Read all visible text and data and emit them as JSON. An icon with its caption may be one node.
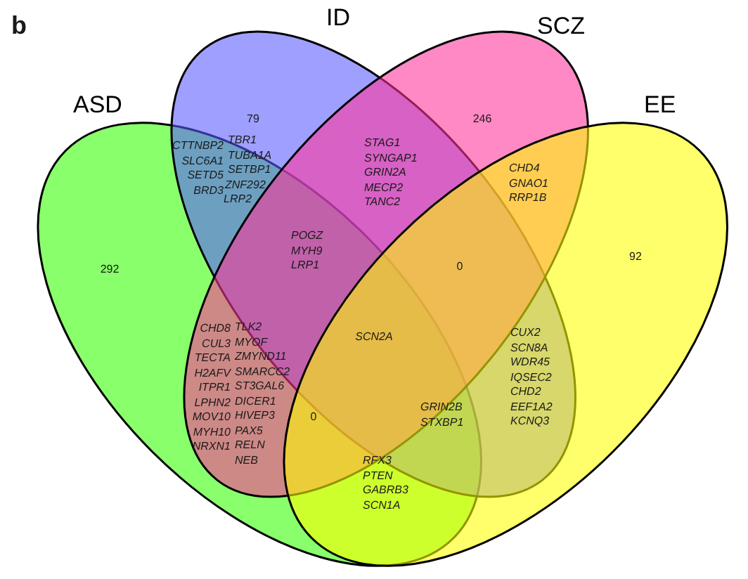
{
  "diagram": {
    "nodes": [
      {
        "text": [
          "ASD"
        ]
      },
      {
        "text": [
          "ID"
        ]
      },
      {
        "text": [
          "SCZ"
        ]
      },
      {
        "text": [
          "EE"
        ]
      }
    ],
    "labels": [
      "b",
      "79",
      "246",
      "CTTNBP2",
      "SLC6A1",
      "SETD5",
      "BRD3",
      "TBR1",
      "TUBA1A",
      "SETBP1",
      "ZNF292",
      "LRP2",
      "STAG1",
      "SYNGAP1",
      "GRIN2A",
      "MECP2",
      "TANC2",
      "CHD4",
      "GNAO1",
      "RRP1B",
      "292",
      "92",
      "POGZ",
      "MYH9",
      "LRP1",
      "0",
      "SCN2A",
      "CHD8",
      "CUL3",
      "TECTA",
      "H2AFV",
      "ITPR1",
      "LPHN2",
      "MOV10",
      "MYH10",
      "NRXN1",
      "TLK2",
      "MYOF",
      "ZMYND11",
      "SMARCC2",
      "ST3GAL6",
      "DICER1",
      "HIVEP3",
      "PAX5",
      "RELN",
      "NEB",
      "CUX2",
      "SCN8A",
      "WDR45",
      "IQSEC2",
      "CHD2",
      "EEF1A2",
      "KCNQ3",
      "0",
      "GRIN2B",
      "STXBP1",
      "RFX3",
      "PTEN",
      "GABRB3",
      "SCN1A"
    ]
  }
}
